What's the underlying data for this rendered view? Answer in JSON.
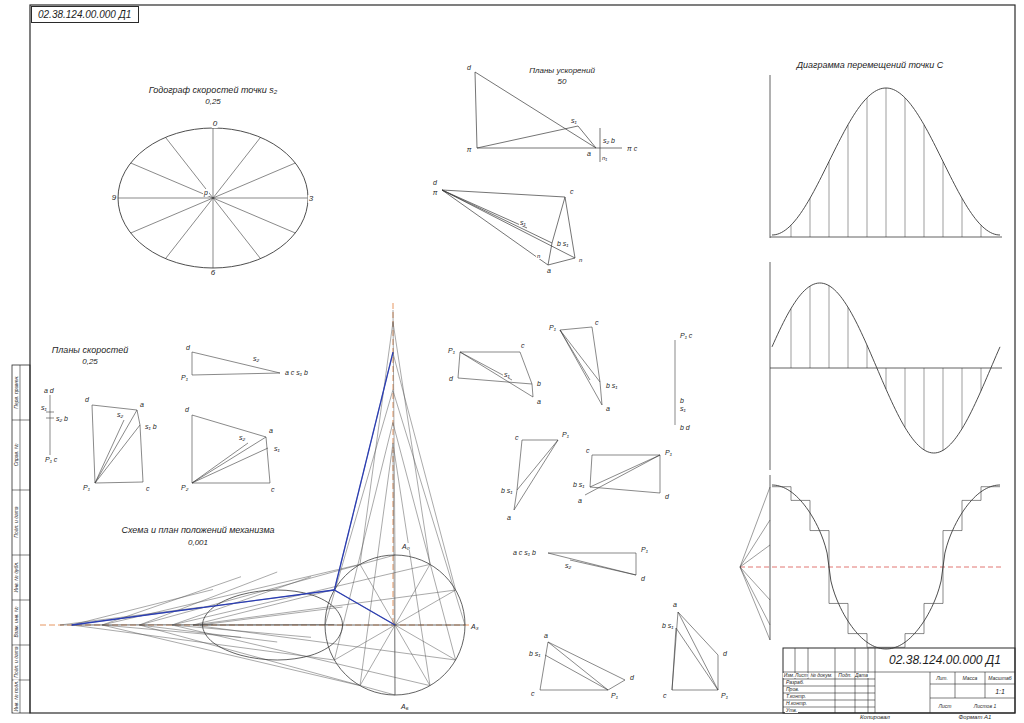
{
  "diagram": {
    "nodes": [
      {
        "text": [
          "02.38.124.00.000 Д1"
        ]
      }
    ],
    "labels": [
      "Годограф скоростей точки s₂",
      "0,25",
      "0",
      "3",
      "6",
      "9",
      "p",
      "Планы ускорений",
      "50",
      "d",
      "π",
      "s₁",
      "s₂ b",
      "a",
      "n₁",
      "π c",
      "d",
      "π",
      "c",
      "s₁",
      "b s₁",
      "n",
      "a",
      "n",
      "Диаграмма перемещений точки С",
      "Планы скоростей",
      "0,25",
      "a d",
      "s₁",
      "s₂ b",
      "P₁ c",
      "d",
      "a",
      "s₂",
      "s₁ b",
      "P₁",
      "c",
      "d",
      "s₂",
      "P₁",
      "a c s₁ b",
      "d",
      "s₂",
      "a",
      "s₁",
      "P₂",
      "c",
      "Схема и план положений механизма",
      "0,001",
      "A₀",
      "A₃",
      "A₆",
      "P₁",
      "c",
      "d",
      "s₁",
      "b",
      "a",
      "P₁",
      "c",
      "b s₁",
      "a",
      "P₁ c",
      "b",
      "s₁",
      "b d",
      "c",
      "P₁",
      "b s₁",
      "a",
      "c",
      "P₁",
      "d",
      "b s₁",
      "a",
      "a c s₁ b",
      "s₂",
      "P₁",
      "d",
      "a",
      "b s₁",
      "c",
      "P₁",
      "d",
      "a",
      "b s₁",
      "d",
      "c",
      "P₁",
      "Изм.",
      "Лист",
      "№ докум.",
      "Подп.",
      "Дата",
      "Разраб.",
      "Пров.",
      "Т.контр.",
      "Н.контр.",
      "Утв.",
      "02.38.124.00.000 Д1",
      "Лит.",
      "Масса",
      "Масштаб",
      "1:1",
      "Лист",
      "Листов 1",
      "Копировал",
      "Формат A1",
      "Перв. примен.",
      "Справ. №",
      "Подп. и дата",
      "Инв. № дубл.",
      "Взам. инв. №",
      "Подп. и дата",
      "Инв. № подл."
    ]
  }
}
